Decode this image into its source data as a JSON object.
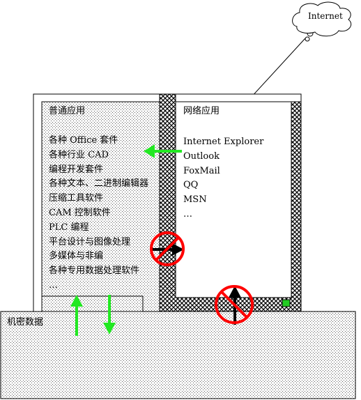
{
  "cloud": {
    "label": "Internet"
  },
  "left_panel": {
    "title": "普通应用",
    "items": [
      "各种 Office 套件",
      "各种行业 CAD",
      "编程开发套件",
      "各种文本、二进制编辑器",
      "压缩工具软件",
      "CAM 控制软件",
      "PLC 编程",
      "平台设计与图像处理",
      "多媒体与非编",
      "各种专用数据处理软件",
      "…"
    ]
  },
  "right_panel": {
    "title": "网络应用",
    "items": [
      "Internet Explorer",
      "Outlook",
      "FoxMail",
      "QQ",
      "MSN",
      "…"
    ]
  },
  "bottom_box": {
    "title": "机密数据"
  },
  "colors": {
    "allowed_arrow": "#22e822",
    "prohibited_sign": "#ff0000",
    "blocked_arrow": "#000000",
    "indicator": "#22cc22"
  }
}
